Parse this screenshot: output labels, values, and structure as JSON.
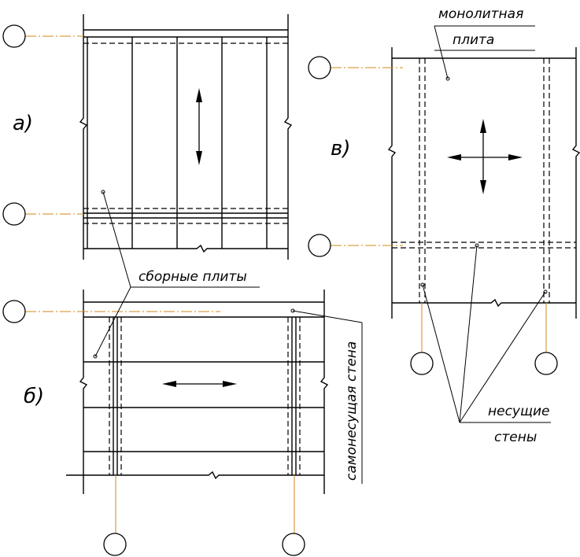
{
  "figure": {
    "panel_a_letter": "а)",
    "panel_b_letter": "б)",
    "panel_c_letter": "в)",
    "label_precast_slabs": "сборные плиты",
    "label_self_bearing_wall": "самонесущая стена",
    "label_monolithic_line1": "монолитная",
    "label_monolithic_line2": "плита",
    "label_bearing_line1": "несущие",
    "label_bearing_line2": "стены"
  },
  "colors": {
    "line": "#000000",
    "axis_line": "#d08a1a",
    "background": "#ffffff"
  }
}
